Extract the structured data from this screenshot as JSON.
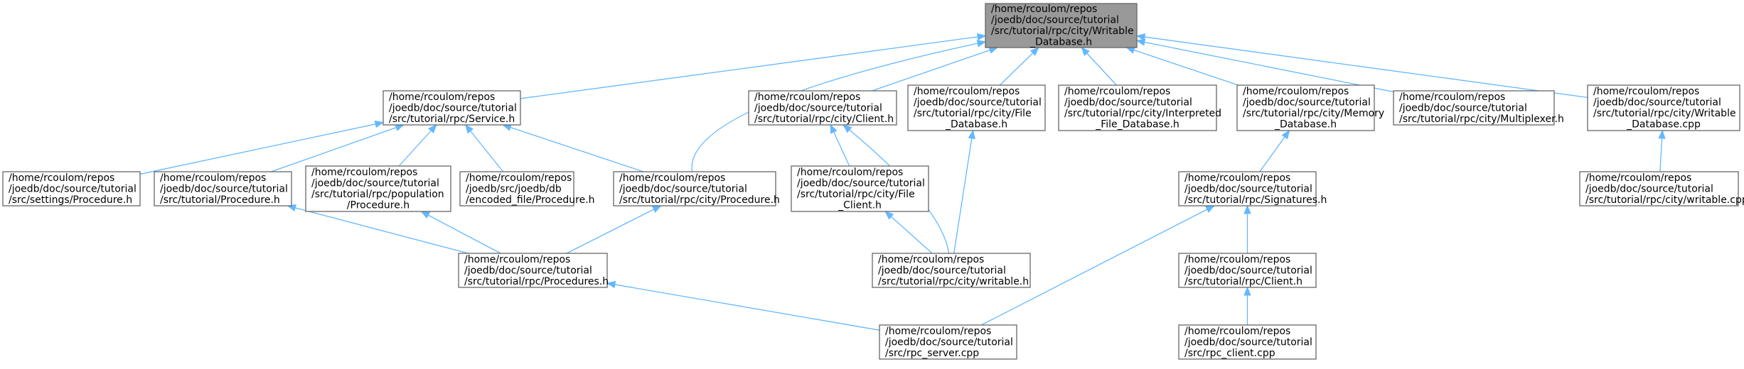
{
  "graph": {
    "nodes": [
      {
        "id": "writable_db_h",
        "focus": true,
        "lines": [
          "/home/rcoulom/repos",
          "/joedb/doc/source/tutorial",
          "/src/tutorial/rpc/city/Writable",
          "_Database.h"
        ]
      },
      {
        "id": "service_h",
        "lines": [
          "/home/rcoulom/repos",
          "/joedb/doc/source/tutorial",
          "/src/tutorial/rpc/Service.h"
        ]
      },
      {
        "id": "city_client_h",
        "lines": [
          "/home/rcoulom/repos",
          "/joedb/doc/source/tutorial",
          "/src/tutorial/rpc/city/Client.h"
        ]
      },
      {
        "id": "file_db_h",
        "lines": [
          "/home/rcoulom/repos",
          "/joedb/doc/source/tutorial",
          "/src/tutorial/rpc/city/File",
          "_Database.h"
        ]
      },
      {
        "id": "interp_db_h",
        "lines": [
          "/home/rcoulom/repos",
          "/joedb/doc/source/tutorial",
          "/src/tutorial/rpc/city/Interpreted",
          "_File_Database.h"
        ]
      },
      {
        "id": "memory_db_h",
        "lines": [
          "/home/rcoulom/repos",
          "/joedb/doc/source/tutorial",
          "/src/tutorial/rpc/city/Memory",
          "_Database.h"
        ]
      },
      {
        "id": "multiplexer_h",
        "lines": [
          "/home/rcoulom/repos",
          "/joedb/doc/source/tutorial",
          "/src/tutorial/rpc/city/Multiplexer.h"
        ]
      },
      {
        "id": "writable_db_cpp",
        "lines": [
          "/home/rcoulom/repos",
          "/joedb/doc/source/tutorial",
          "/src/tutorial/rpc/city/Writable",
          "_Database.cpp"
        ]
      },
      {
        "id": "settings_proc_h",
        "lines": [
          "/home/rcoulom/repos",
          "/joedb/doc/source/tutorial",
          "/src/settings/Procedure.h"
        ]
      },
      {
        "id": "tutorial_proc_h",
        "lines": [
          "/home/rcoulom/repos",
          "/joedb/doc/source/tutorial",
          "/src/tutorial/Procedure.h"
        ]
      },
      {
        "id": "population_proc_h",
        "lines": [
          "/home/rcoulom/repos",
          "/joedb/doc/source/tutorial",
          "/src/tutorial/rpc/population",
          "/Procedure.h"
        ]
      },
      {
        "id": "encoded_proc_h",
        "lines": [
          "/home/rcoulom/repos",
          "/joedb/src/joedb/db",
          "/encoded_file/Procedure.h"
        ]
      },
      {
        "id": "city_proc_h",
        "lines": [
          "/home/rcoulom/repos",
          "/joedb/doc/source/tutorial",
          "/src/tutorial/rpc/city/Procedure.h"
        ]
      },
      {
        "id": "file_client_h",
        "lines": [
          "/home/rcoulom/repos",
          "/joedb/doc/source/tutorial",
          "/src/tutorial/rpc/city/File",
          "_Client.h"
        ]
      },
      {
        "id": "signatures_h",
        "lines": [
          "/home/rcoulom/repos",
          "/joedb/doc/source/tutorial",
          "/src/tutorial/rpc/Signatures.h"
        ]
      },
      {
        "id": "writable_cpp",
        "lines": [
          "/home/rcoulom/repos",
          "/joedb/doc/source/tutorial",
          "/src/tutorial/rpc/city/writable.cpp"
        ]
      },
      {
        "id": "procedures_h",
        "lines": [
          "/home/rcoulom/repos",
          "/joedb/doc/source/tutorial",
          "/src/tutorial/rpc/Procedures.h"
        ]
      },
      {
        "id": "city_writable_h",
        "lines": [
          "/home/rcoulom/repos",
          "/joedb/doc/source/tutorial",
          "/src/tutorial/rpc/city/writable.h"
        ]
      },
      {
        "id": "rpc_client_h",
        "lines": [
          "/home/rcoulom/repos",
          "/joedb/doc/source/tutorial",
          "/src/tutorial/rpc/Client.h"
        ]
      },
      {
        "id": "rpc_server_cpp",
        "lines": [
          "/home/rcoulom/repos",
          "/joedb/doc/source/tutorial",
          "/src/rpc_server.cpp"
        ]
      },
      {
        "id": "rpc_client_cpp",
        "lines": [
          "/home/rcoulom/repos",
          "/joedb/doc/source/tutorial",
          "/src/rpc_client.cpp"
        ]
      }
    ],
    "edges": [
      {
        "from": "service_h",
        "to": "writable_db_h"
      },
      {
        "from": "city_proc_h",
        "to": "writable_db_h"
      },
      {
        "from": "city_client_h",
        "to": "writable_db_h"
      },
      {
        "from": "file_db_h",
        "to": "writable_db_h"
      },
      {
        "from": "interp_db_h",
        "to": "writable_db_h"
      },
      {
        "from": "memory_db_h",
        "to": "writable_db_h"
      },
      {
        "from": "multiplexer_h",
        "to": "writable_db_h"
      },
      {
        "from": "writable_db_cpp",
        "to": "writable_db_h"
      },
      {
        "from": "settings_proc_h",
        "to": "service_h"
      },
      {
        "from": "tutorial_proc_h",
        "to": "service_h"
      },
      {
        "from": "population_proc_h",
        "to": "service_h"
      },
      {
        "from": "encoded_proc_h",
        "to": "service_h"
      },
      {
        "from": "city_proc_h",
        "to": "service_h"
      },
      {
        "from": "procedures_h",
        "to": "tutorial_proc_h"
      },
      {
        "from": "procedures_h",
        "to": "population_proc_h"
      },
      {
        "from": "procedures_h",
        "to": "city_proc_h"
      },
      {
        "from": "rpc_server_cpp",
        "to": "procedures_h"
      },
      {
        "from": "file_client_h",
        "to": "city_client_h"
      },
      {
        "from": "city_writable_h",
        "to": "city_client_h"
      },
      {
        "from": "city_writable_h",
        "to": "file_db_h"
      },
      {
        "from": "city_writable_h",
        "to": "file_client_h"
      },
      {
        "from": "signatures_h",
        "to": "memory_db_h"
      },
      {
        "from": "rpc_server_cpp",
        "to": "signatures_h"
      },
      {
        "from": "rpc_client_h",
        "to": "signatures_h"
      },
      {
        "from": "rpc_client_cpp",
        "to": "rpc_client_h"
      },
      {
        "from": "writable_cpp",
        "to": "writable_db_cpp"
      }
    ]
  }
}
